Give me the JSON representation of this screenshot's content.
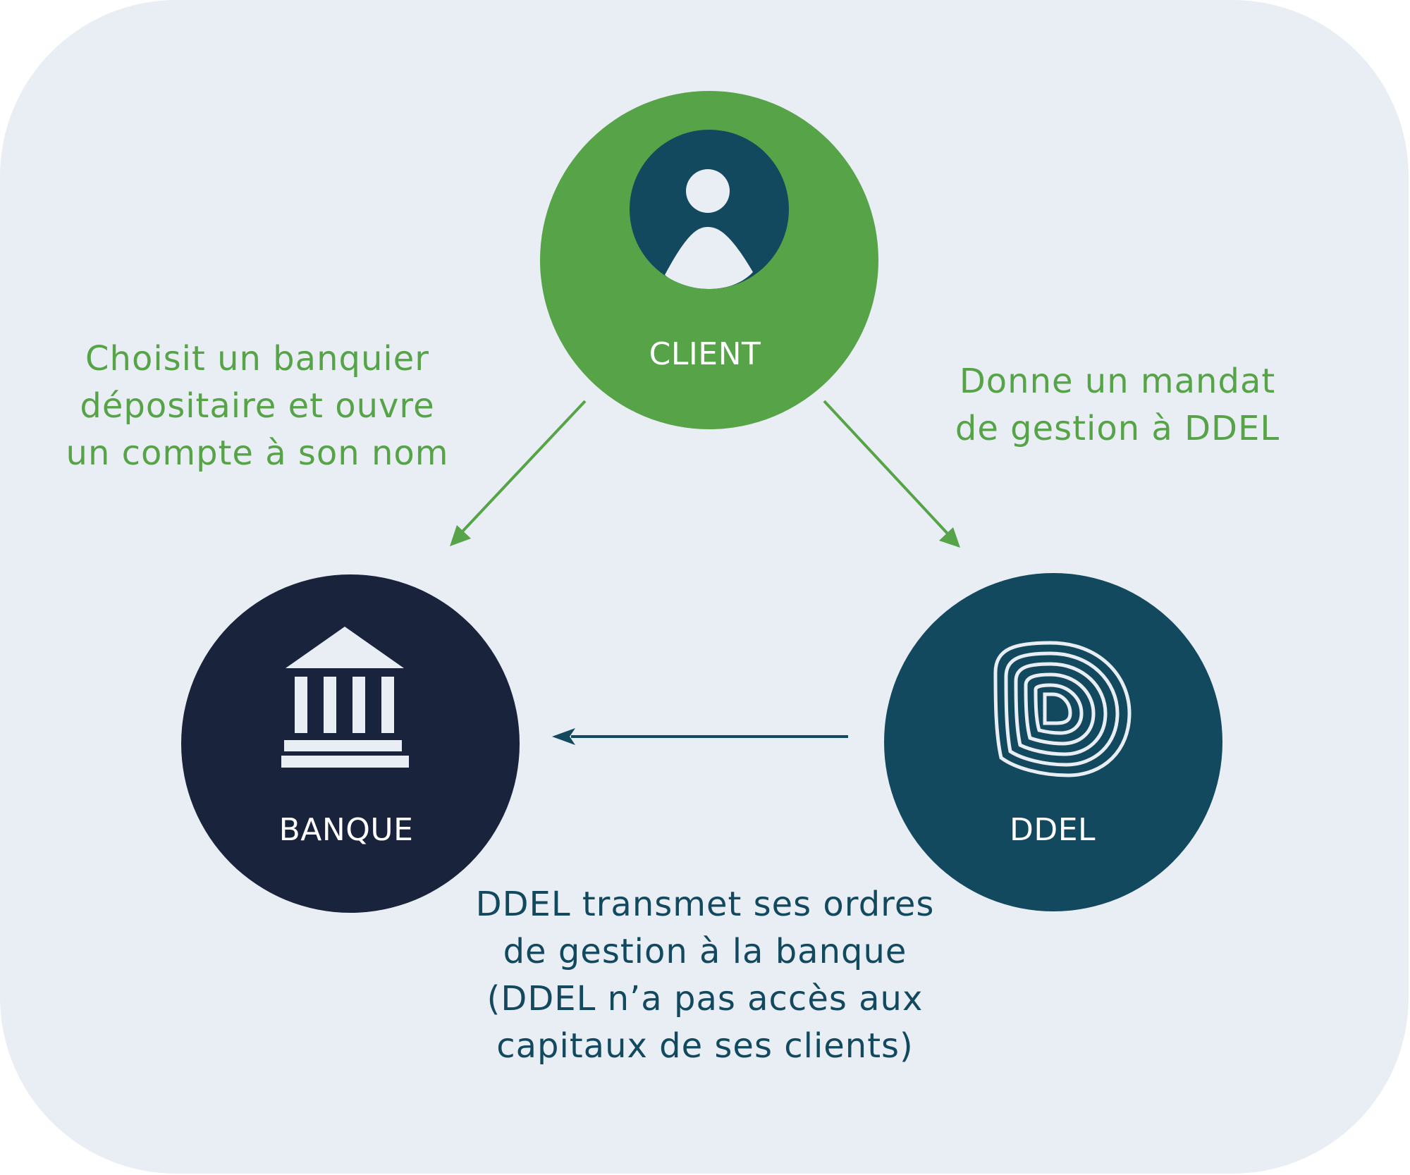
{
  "colors": {
    "background": "#e9eef4",
    "client_green": "#56a348",
    "banque_navy": "#19233c",
    "ddel_teal": "#13495f",
    "icon_light": "#e9eef4"
  },
  "nodes": {
    "client": {
      "label": "CLIENT",
      "icon": "user-icon"
    },
    "banque": {
      "label": "BANQUE",
      "icon": "bank-icon"
    },
    "ddel": {
      "label": "DDEL",
      "icon": "ddel-logo-icon"
    }
  },
  "captions": {
    "client_to_banque": "Choisit un banquier\ndépositaire et ouvre\nun compte à son nom",
    "client_to_ddel": "Donne un mandat\nde gestion à DDEL",
    "ddel_to_banque": "DDEL transmet ses ordres\nde gestion à la banque\n(DDEL n’a pas accès aux\ncapitaux de ses clients)"
  }
}
